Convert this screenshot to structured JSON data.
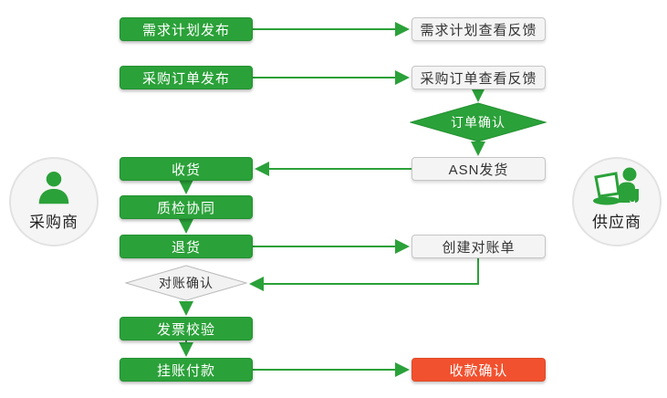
{
  "actors": {
    "buyer": {
      "label": "采购商",
      "icon": "person-icon"
    },
    "supplier": {
      "label": "供应商",
      "icon": "person-laptop-icon"
    }
  },
  "nodes": {
    "demand_plan_publish": {
      "label": "需求计划发布",
      "type": "process-green"
    },
    "demand_plan_feedback": {
      "label": "需求计划查看反馈",
      "type": "process-white"
    },
    "po_publish": {
      "label": "采购订单发布",
      "type": "process-green"
    },
    "po_feedback": {
      "label": "采购订单查看反馈",
      "type": "process-white"
    },
    "order_confirm": {
      "label": "订单确认",
      "type": "decision-green"
    },
    "asn_ship": {
      "label": "ASN发货",
      "type": "process-white"
    },
    "receive": {
      "label": "收货",
      "type": "process-green"
    },
    "quality_check": {
      "label": "质检协同",
      "type": "process-green"
    },
    "return_goods": {
      "label": "退货",
      "type": "process-green"
    },
    "create_statement": {
      "label": "创建对账单",
      "type": "process-white"
    },
    "statement_confirm": {
      "label": "对账确认",
      "type": "decision-gray"
    },
    "invoice_verify": {
      "label": "发票校验",
      "type": "process-green"
    },
    "payment": {
      "label": "挂账付款",
      "type": "process-green"
    },
    "payment_confirm": {
      "label": "收款确认",
      "type": "process-red"
    }
  },
  "edges": [
    "demand_plan_publish -> demand_plan_feedback",
    "po_publish -> po_feedback",
    "po_feedback -> order_confirm",
    "order_confirm -> asn_ship",
    "asn_ship -> receive",
    "receive -> quality_check",
    "quality_check -> return_goods",
    "return_goods -> create_statement",
    "create_statement -> statement_confirm",
    "statement_confirm -> invoice_verify",
    "invoice_verify -> payment",
    "payment -> payment_confirm"
  ],
  "palette": {
    "green": "#2ba139",
    "green_border": "#239231",
    "red": "#f1512e",
    "white_box_bg": "#f4f4f4",
    "white_box_border": "#c6c6c6",
    "gray_diamond_bg": "#f2f2f2",
    "gray_diamond_border": "#bbbbbb",
    "circle_bg": "#f5f5f5",
    "circle_border": "#e2e2e2",
    "text_dark": "#333333",
    "text_white": "#ffffff"
  }
}
